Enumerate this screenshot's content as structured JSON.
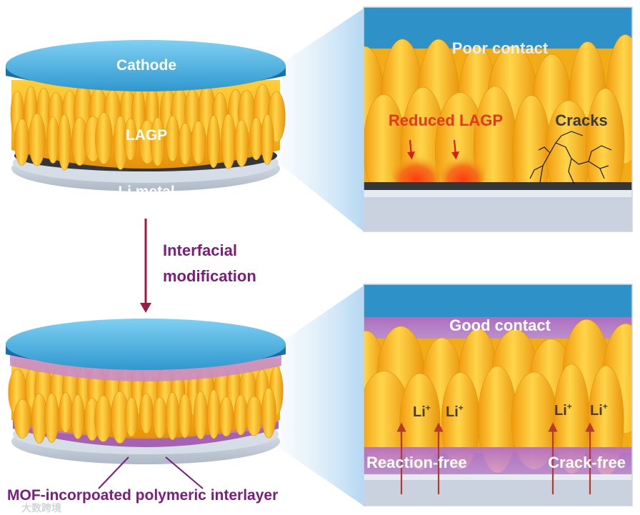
{
  "left_top": {
    "cathode_label": "Cathode",
    "lagp_label": "LAGP",
    "li_metal_label": "Li metal"
  },
  "arrow": {
    "label_line1": "Interfacial",
    "label_line2": "modification"
  },
  "left_bottom": {
    "interlayer_label": "MOF-incorpoated polymeric interlayer"
  },
  "zoom_top": {
    "contact_label": "Poor contact",
    "reduced_label": "Reduced LAGP",
    "cracks_label": "Cracks"
  },
  "zoom_bottom": {
    "contact_label": "Good contact",
    "li_ion_labels": [
      "Li",
      "Li",
      "Li",
      "Li"
    ],
    "li_charge": "+",
    "reaction_free_label": "Reaction-free",
    "crack_free_label": "Crack-free"
  },
  "watermark": "大数跨境",
  "colors": {
    "cathode": "#2f98cf",
    "lagp": "#f7bb1e",
    "interlayer": "#b66fc0",
    "reduced": "#e53516",
    "arrow": "#9c1b45",
    "label_purple": "#7a1d7c",
    "ion_arrow": "#b63a2b"
  }
}
